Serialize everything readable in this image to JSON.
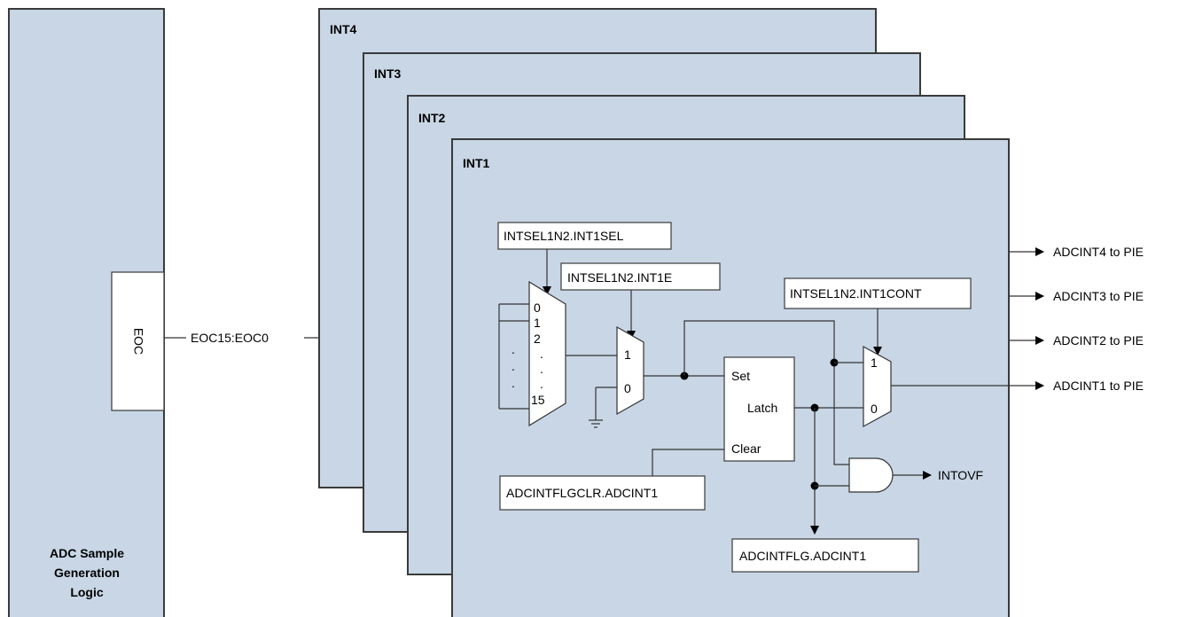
{
  "left_block": {
    "title_lines": [
      "ADC Sample",
      "Generation",
      "Logic"
    ],
    "eoc_label": "EOC"
  },
  "bus_label": "EOC15:EOC0",
  "panels": {
    "int4": "INT4",
    "int3": "INT3",
    "int2": "INT2",
    "int1": "INT1"
  },
  "registers": {
    "intsel": "INTSEL1N2.INT1SEL",
    "int1e": "INTSEL1N2.INT1E",
    "int1cont": "INTSEL1N2.INT1CONT",
    "flgclr": "ADCINTFLGCLR.ADCINT1",
    "flg": "ADCINTFLG.ADCINT1"
  },
  "mux_inputs": [
    "0",
    "1",
    "2",
    ".",
    ".",
    ".",
    "15"
  ],
  "mux2": {
    "in1": "1",
    "in0": "0"
  },
  "mux3": {
    "in1": "1",
    "in0": "0"
  },
  "latch": {
    "set": "Set",
    "latch": "Latch",
    "clear": "Clear"
  },
  "outputs": [
    "ADCINT4 to PIE",
    "ADCINT3 to PIE",
    "ADCINT2 to PIE",
    "ADCINT1 to PIE"
  ],
  "overflow": "INTOVF"
}
